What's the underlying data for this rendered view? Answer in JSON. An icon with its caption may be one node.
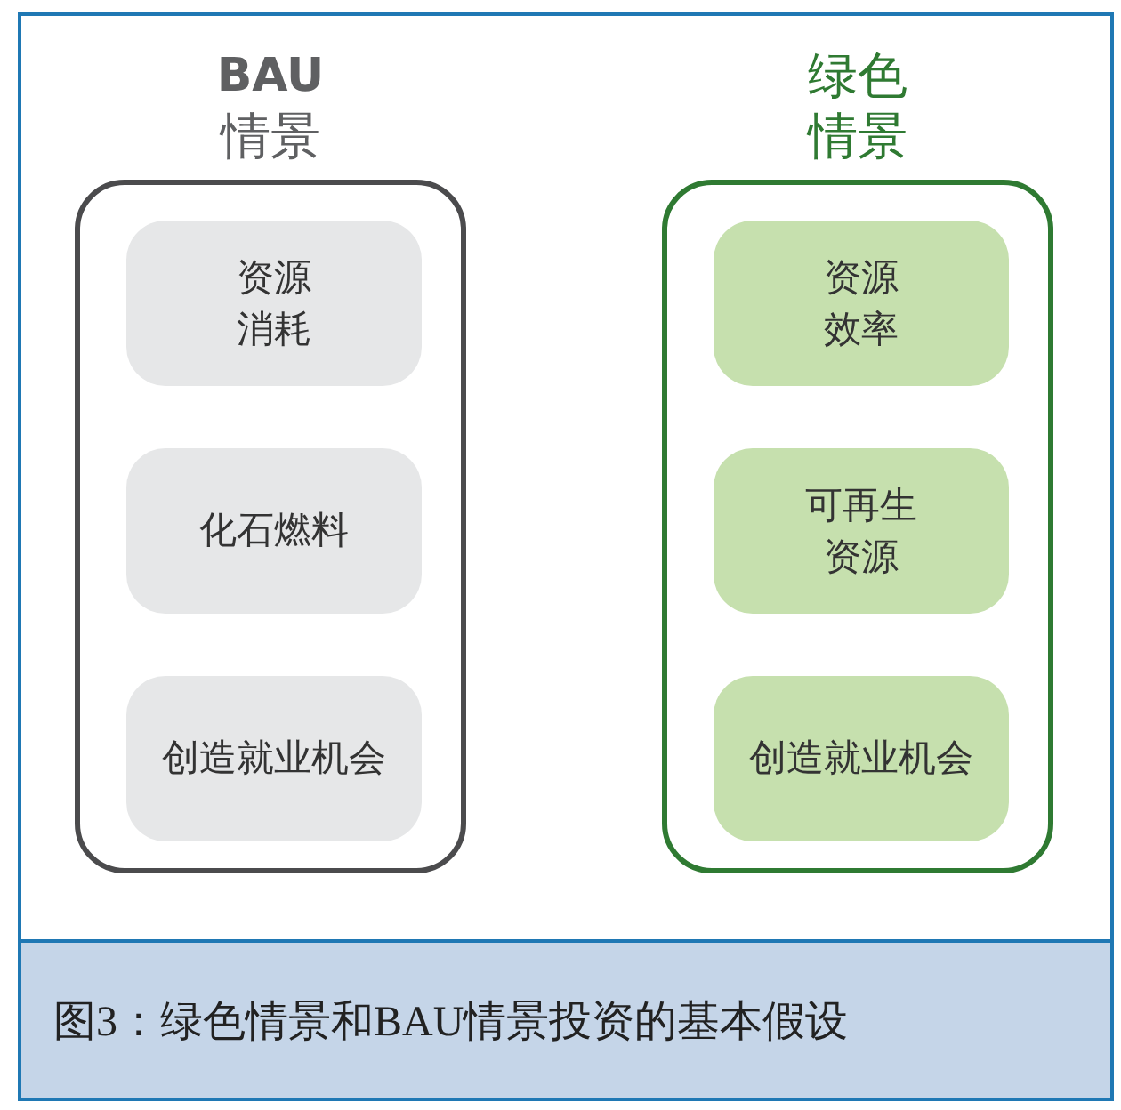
{
  "diagram": {
    "caption": "图3：绿色情景和BAU情景投资的基本假设",
    "nodes": [
      {
        "text": [
          "**BAU**情景"
        ]
      },
      {
        "text": [
          "资源消耗"
        ],
        "in": 0
      },
      {
        "text": [
          "化石燃料"
        ],
        "in": 0
      },
      {
        "text": [
          "创造就业机会"
        ],
        "in": 0
      },
      {
        "text": [
          "绿色情景"
        ]
      },
      {
        "text": [
          "资源效率"
        ],
        "in": 4
      },
      {
        "text": [
          "可再生资源"
        ],
        "in": 4
      },
      {
        "text": [
          "创造就业机会"
        ],
        "in": 4
      }
    ]
  }
}
